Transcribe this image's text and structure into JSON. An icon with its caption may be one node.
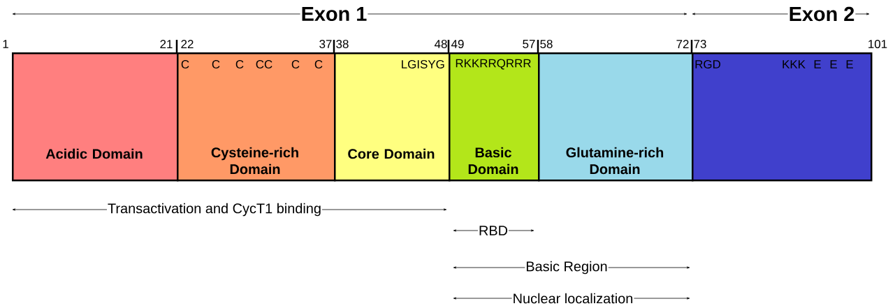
{
  "diagram": {
    "nodes": [
      {
        "text": [
          "Acidic Domain"
        ]
      },
      {
        "text": [
          "C",
          "C",
          "C",
          "CC",
          "C",
          "C",
          "Cysteine-rich Domain"
        ]
      },
      {
        "text": [
          "LGISYG",
          "Core Domain"
        ]
      },
      {
        "text": [
          "RKKRRQRRR",
          "Basic Domain"
        ]
      },
      {
        "text": [
          "Glutamine-rich Domain"
        ]
      },
      {
        "text": [
          "RGD",
          "KKK",
          "E",
          "E",
          "E"
        ]
      }
    ],
    "labels": [
      "Exon 1",
      "Exon 2",
      "1",
      "21",
      "22",
      "37",
      "38",
      "48",
      "49",
      "57",
      "58",
      "72",
      "73",
      "101",
      "Transactivation and CycT1 binding",
      "RBD",
      "Basic Region",
      "Nuclear localization"
    ]
  }
}
